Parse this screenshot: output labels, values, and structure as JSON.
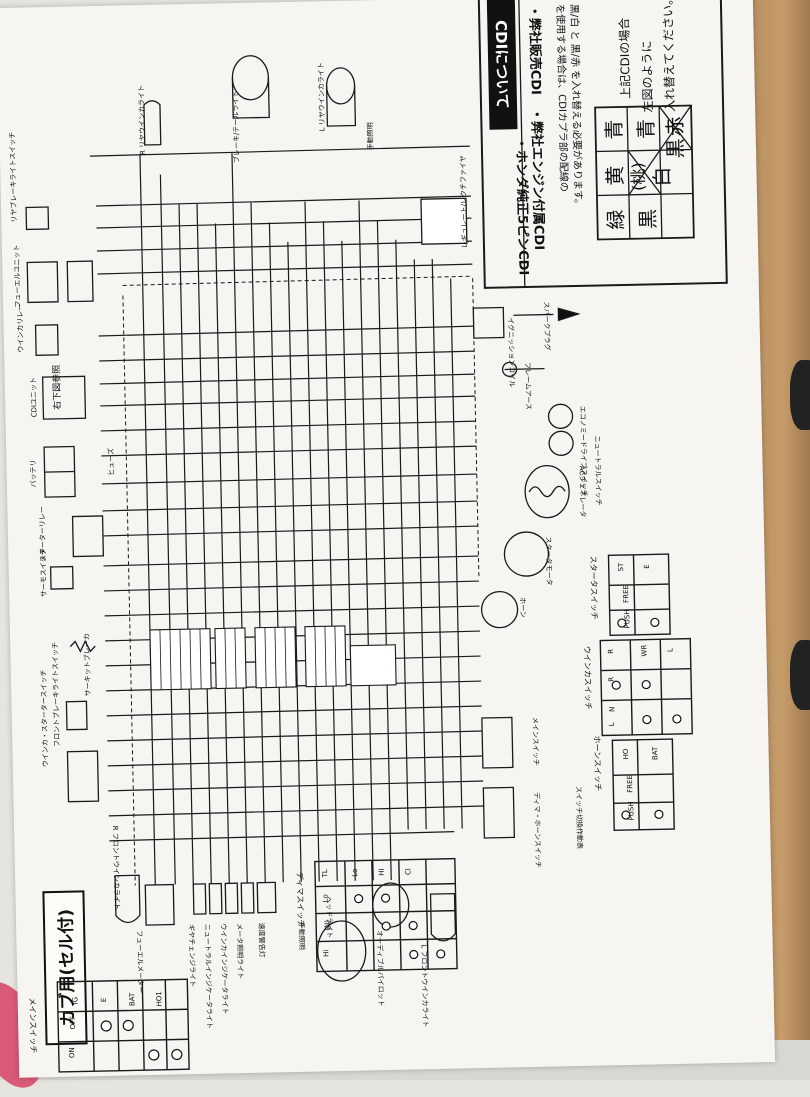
{
  "header": {
    "title": "カブ用(セル付)"
  },
  "cdi_box": {
    "title": "CDIについて",
    "line1": "・弊社販売CDI　・弊社エンジン付属CDI",
    "line2": "・ホンダ純正5ピンCDI",
    "line3": "を使用する場合は、CDIカプラ部の配線の",
    "line4": "黒/白 と 黒/赤 を入れ替える必要があります。",
    "right1": "上記CDIの場合",
    "right2": "左図のように",
    "right3": "入れ替えてください。",
    "grid": [
      "青",
      "黄",
      "(桃)",
      "緑",
      "黒",
      "白",
      "青",
      "黒",
      "赤"
    ]
  },
  "labels": {
    "rear_brake_switch": "リヤブレーキライトスイッチ",
    "fuel_unit": "フューエルユニット",
    "winker_relay": "ウインカリレー",
    "cdi_unit": "CDIユニット",
    "cdi_ref": "右下図参照",
    "battery": "バッテリ",
    "fuse": "ヒューズ",
    "starter_relay": "スターターリレー",
    "thermo_switch": "サーモスイッチ",
    "circuit_breaker": "サーキットブレーカ",
    "winker_starter_switch": "ウインカ・スタータースイッチ",
    "front_brake_switch": "フロントブレーキライトスイッチ",
    "r_front_winker": "R フロントウインカライト",
    "fuel_meter": "フューエルメーター",
    "gear_light": "ギヤチェンジライト",
    "neutral_light": "ニュートラルインジケータライト",
    "winker_indicator": "ウインカインジケータライト",
    "meter_light": "メータ照明ライト",
    "speed_warning": "速度警告灯",
    "hand_lamp": "手動照明",
    "head_light": "ヘッドライト",
    "auto_pilot": "オーディブルパイロット",
    "l_front_winker": "L フロントウインカライト",
    "r_rear_winker": "R リヤウインカライト",
    "brake_tail": "ブレーキ/テールライト",
    "l_rear_winker": "L リヤウインカライト",
    "license_light": "手動照明",
    "regulator": "レギュレート/レクチファイヤ",
    "ignition_coil": "イグニッションコイル",
    "spark_plug": "スパークプラグ",
    "frame_earth": "フレームアース",
    "economy_switch": "エコノミードライブスイッチ",
    "neutral_switch": "ニュートラルスイッチ",
    "ac_generator": "ACジェネレータ",
    "starter_motor": "スタータモータ",
    "horn": "ホーン",
    "main_switch": "メインスイッチ",
    "dimmer_horn_switch": "ディマ・ホーンスイッチ",
    "switch_table_title": "スイッチ切換作動表"
  },
  "tables": {
    "main_switch": {
      "title": "メインスイッチ",
      "cols": [
        "IG",
        "E",
        "BAT",
        "HO1"
      ],
      "rows": [
        "OFF",
        "ON"
      ]
    },
    "dimmer_switch": {
      "title": "ディマスイッチ",
      "cols": [
        "TL",
        "Lo",
        "HI",
        "Cl"
      ],
      "rows": [
        "Lo",
        "(N)",
        "Hi"
      ]
    },
    "horn_switch": {
      "title": "ホーンスイッチ",
      "cols": [
        "HO",
        "BAT"
      ],
      "rows": [
        "FREE",
        "PUSH"
      ]
    },
    "winker_switch": {
      "title": "ウインカスイッチ",
      "cols": [
        "R",
        "WR",
        "L"
      ],
      "rows": [
        "R",
        "N",
        "L"
      ]
    },
    "starter_switch": {
      "title": "スタータスイッチ",
      "cols": [
        "ST",
        "E"
      ],
      "rows": [
        "FREE",
        "PUSH"
      ]
    }
  }
}
